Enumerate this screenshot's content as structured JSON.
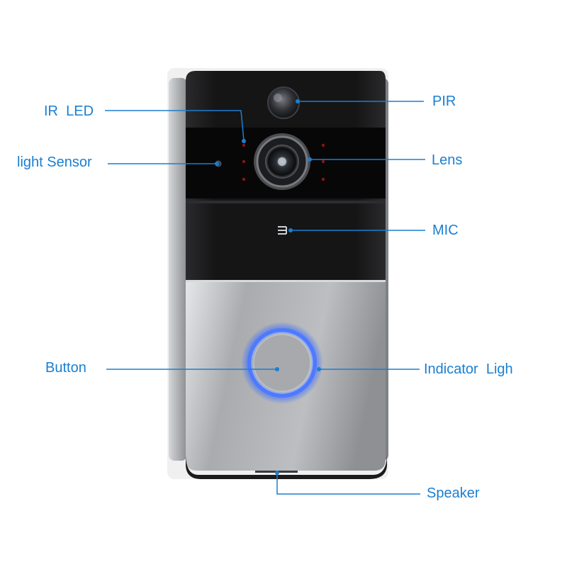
{
  "accent": "#1a7fd1",
  "labels": {
    "ir_led": "IR  LED",
    "light_sensor": "light Sensor",
    "button": "Button",
    "pir": "PIR",
    "lens": "Lens",
    "mic": "MIC",
    "indicator": "Indicator  Ligh",
    "speaker": "Speaker"
  }
}
